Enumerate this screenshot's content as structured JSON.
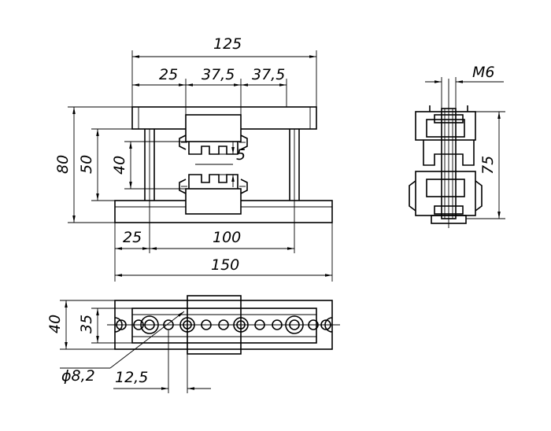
{
  "drawing": {
    "front_view": {
      "dim_overall_top": "125",
      "dim_seg_1": "25",
      "dim_seg_2": "37,5",
      "dim_seg_3": "37,5",
      "dim_height_total": "80",
      "dim_height_mid": "50",
      "dim_height_inner": "40",
      "dim_gap": "5",
      "dim_base_offset": "25",
      "dim_base_inner": "100",
      "dim_base_total": "150"
    },
    "side_view": {
      "dim_thread": "M6",
      "dim_height": "75"
    },
    "top_view": {
      "dim_width_outer": "40",
      "dim_width_inner": "35",
      "dim_hole_diameter": "ϕ8,2",
      "dim_hole_pitch": "12,5"
    },
    "colors": {
      "line": "#000000",
      "background": "#ffffff"
    }
  }
}
